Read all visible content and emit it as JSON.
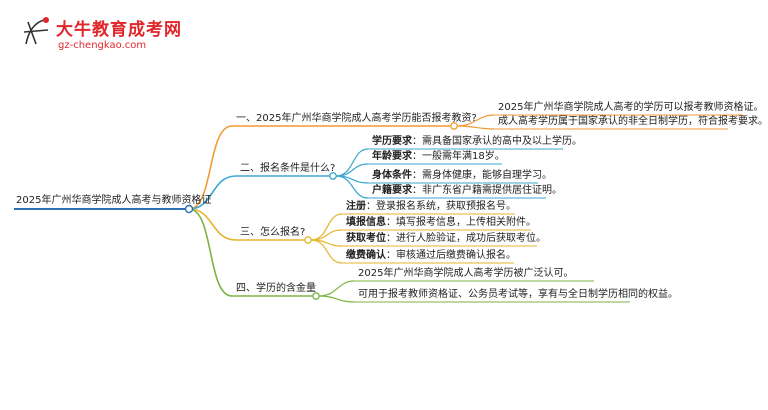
{
  "header": {
    "logo_glyph": "大牛",
    "site_name": "大牛教育成考网",
    "site_url": "gz-chengkao.com"
  },
  "mindmap": {
    "root": "2025年广州华商学院成人高考与教师资格证",
    "branches": [
      {
        "label": "一、2025年广州华商学院成人高考学历能否报考教资?",
        "color": "#f39a37",
        "children": [
          {
            "bold": "",
            "text": "2025年广州华商学院成人高考的学历可以报考教师资格证。"
          },
          {
            "bold": "",
            "text": "成人高考学历属于国家承认的非全日制学历，符合报考要求。"
          }
        ]
      },
      {
        "label": "二、报名条件是什么?",
        "color": "#3aa7cf",
        "children": [
          {
            "bold": "学历要求",
            "text": "：需具备国家承认的高中及以上学历。"
          },
          {
            "bold": "年龄要求",
            "text": "：一般需年满18岁。"
          },
          {
            "bold": "身体条件",
            "text": "：需身体健康，能够自理学习。"
          },
          {
            "bold": "户籍要求",
            "text": "：非广东省户籍需提供居住证明。"
          }
        ]
      },
      {
        "label": "三、怎么报名?",
        "color": "#e5b52d",
        "children": [
          {
            "bold": "注册",
            "text": "：登录报名系统，获取预报名号。"
          },
          {
            "bold": "填报信息",
            "text": "：填写报考信息，上传相关附件。"
          },
          {
            "bold": "获取考位",
            "text": "：进行人脸验证，成功后获取考位。"
          },
          {
            "bold": "缴费确认",
            "text": "：审核通过后缴费确认报名。"
          }
        ]
      },
      {
        "label": "四、学历的含金量",
        "color": "#7cb342",
        "children": [
          {
            "bold": "",
            "text": "2025年广州华商学院成人高考学历被广泛认可。"
          },
          {
            "bold": "",
            "text": "可用于报考教师资格证、公务员考试等，享有与全日制学历相同的权益。"
          }
        ]
      }
    ]
  },
  "colors": {
    "root_line": "#2c6fb3",
    "brand_red": "#e0262b"
  }
}
